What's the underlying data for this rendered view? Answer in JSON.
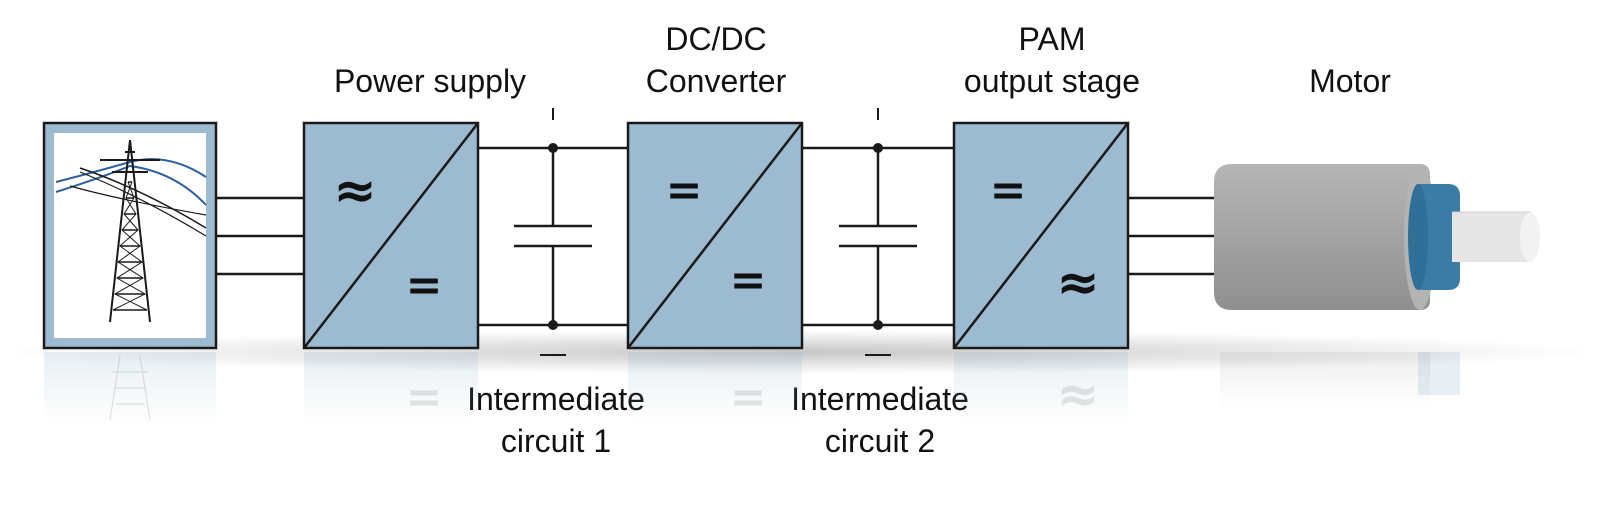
{
  "blocks": {
    "power_supply": {
      "label": "Power supply",
      "input_symbol": "≈",
      "output_symbol": "="
    },
    "dcdc": {
      "label_line1": "DC/DC",
      "label_line2": "Converter",
      "input_symbol": "=",
      "output_symbol": "="
    },
    "pam": {
      "label_line1": "PAM",
      "label_line2": "output stage",
      "input_symbol": "=",
      "output_symbol": "≈"
    },
    "motor": {
      "label": "Motor"
    }
  },
  "circuits": {
    "intermediate_1": {
      "label_line1": "Intermediate",
      "label_line2": "circuit 1"
    },
    "intermediate_2": {
      "label_line1": "Intermediate",
      "label_line2": "circuit 2"
    }
  },
  "colors": {
    "block_fill": "#9dbbd0",
    "motor_body": "#a6a6a6",
    "motor_ring": "#3a7ca5",
    "shaft": "#e6e6e6",
    "tower_lines": "#2d5fa0"
  }
}
